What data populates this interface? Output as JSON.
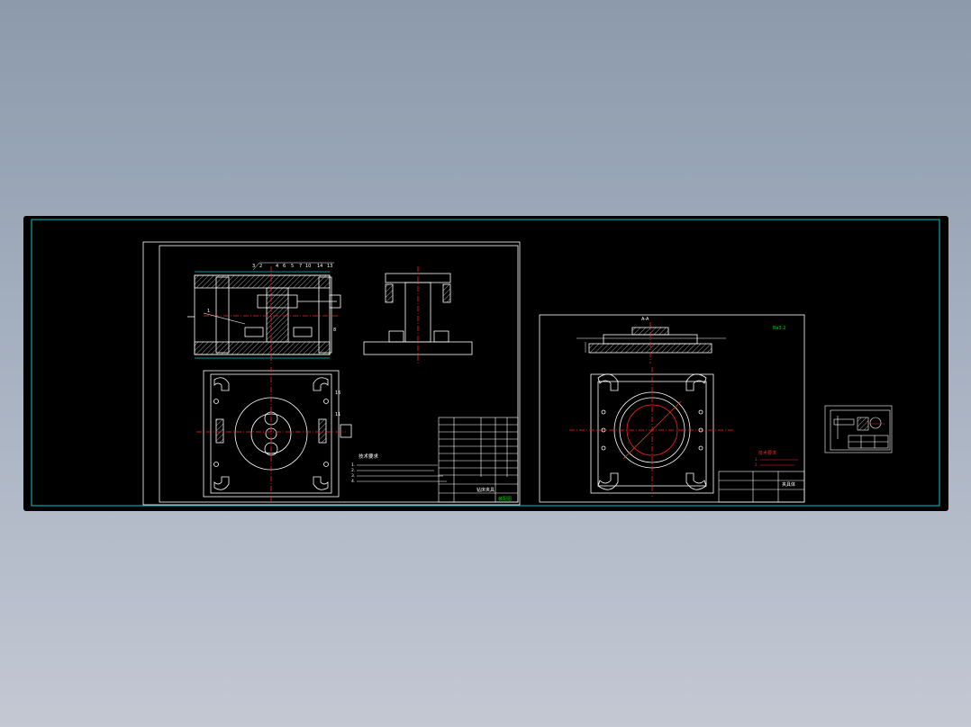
{
  "colors": {
    "background_top": "#8c9aab",
    "background_bottom": "#c3c8d3",
    "model_space": "#000000",
    "layout_frame": "#00c8c8",
    "linework": "#ffffff",
    "centerline": "#ff2020",
    "hatch": "#ffffff",
    "dimension": "#ffffff",
    "accent_green": "#00d000",
    "accent_yellow": "#ffff00"
  },
  "sheets": {
    "assembly": {
      "part_numbers": [
        "3",
        "2",
        "4",
        "6",
        "5",
        "7",
        "10",
        "14",
        "13",
        "1",
        "8",
        "16",
        "11"
      ],
      "notes_title": "技术要求",
      "notes": [
        "1. ",
        "2. ",
        "3. ",
        "4. "
      ],
      "title_block_name": "钻床夹具",
      "title_block_sub": "装配图"
    },
    "part": {
      "corner_tag": "Ra3.2",
      "section_label": "A-A",
      "notes_title": "技术要求",
      "notes": [
        "1. ",
        "2. "
      ],
      "title_block_name": "夹具体"
    },
    "small": {
      "title_block_name": ""
    }
  }
}
